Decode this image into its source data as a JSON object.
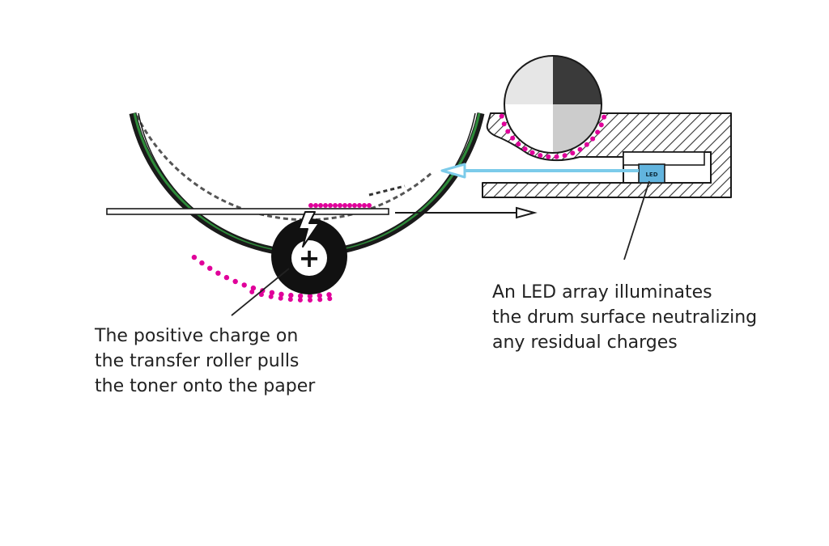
{
  "captions": {
    "transfer_roller": [
      "The positive charge on",
      "the transfer roller pulls",
      "the toner onto the paper"
    ],
    "led_array": [
      "An LED array illuminates",
      "the drum surface neutralizing",
      "any residual charges"
    ]
  },
  "symbols": {
    "roller_charge": "+",
    "led_marker": "LED"
  },
  "colors": {
    "drum_outline": "#1a1a1a",
    "drum_coating": "#2e8b3a",
    "toner": "#e0009a",
    "led_light": "#7ccbea",
    "led_chip": "#62b4de",
    "roller": "#111111",
    "leader_line": "#222222"
  },
  "icons": {
    "transfer_spark": "lightning-bolt-icon",
    "paper_direction": "arrow-right-icon",
    "light_beam": "arrow-left-icon"
  }
}
